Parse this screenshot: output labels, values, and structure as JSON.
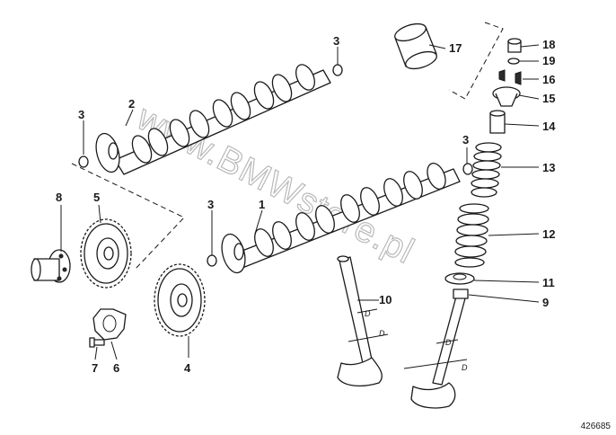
{
  "watermark": "www.BMWstore.pl",
  "reference_number": "426685",
  "dimension_letter": "D",
  "callouts": {
    "c1": "1",
    "c2": "2",
    "c3a": "3",
    "c3b": "3",
    "c3c": "3",
    "c3d": "3",
    "c4": "4",
    "c5": "5",
    "c6": "6",
    "c7": "7",
    "c8": "8",
    "c9": "9",
    "c10": "10",
    "c11": "11",
    "c12": "12",
    "c13": "13",
    "c14": "14",
    "c15": "15",
    "c16": "16",
    "c17": "17",
    "c18": "18",
    "c19": "19"
  }
}
